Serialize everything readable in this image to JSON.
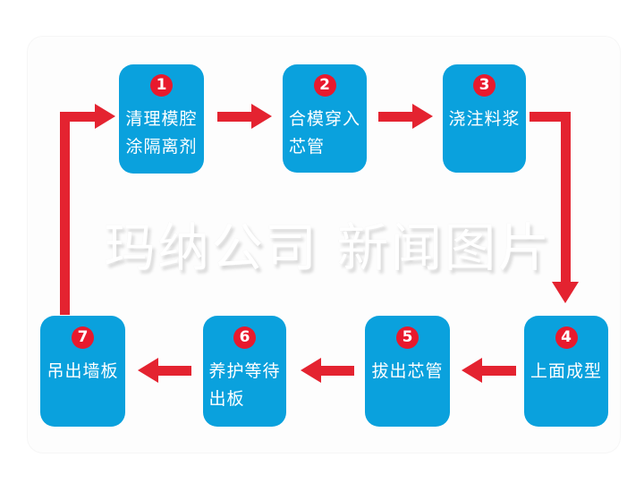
{
  "watermark": "玛纳公司 新闻图片",
  "colors": {
    "box_blue": "#0aa1dd",
    "arrow_red": "#e42330",
    "badge_red": "#e8192d",
    "text_white": "#ffffff"
  },
  "steps": [
    {
      "num": "1",
      "lines": [
        "清理模腔",
        "涂隔离剂"
      ]
    },
    {
      "num": "2",
      "lines": [
        "合模穿入",
        "芯管"
      ]
    },
    {
      "num": "3",
      "lines": [
        "浇注料浆"
      ]
    },
    {
      "num": "4",
      "lines": [
        "上面成型"
      ]
    },
    {
      "num": "5",
      "lines": [
        "拔出芯管"
      ]
    },
    {
      "num": "6",
      "lines": [
        "养护等待",
        "出板"
      ]
    },
    {
      "num": "7",
      "lines": [
        "吊出墙板"
      ]
    }
  ],
  "flow_arrows": [
    "step1-to-step2",
    "step2-to-step3",
    "step3-to-step4",
    "step4-to-step5",
    "step5-to-step6",
    "step6-to-step7",
    "step7-to-step1"
  ]
}
